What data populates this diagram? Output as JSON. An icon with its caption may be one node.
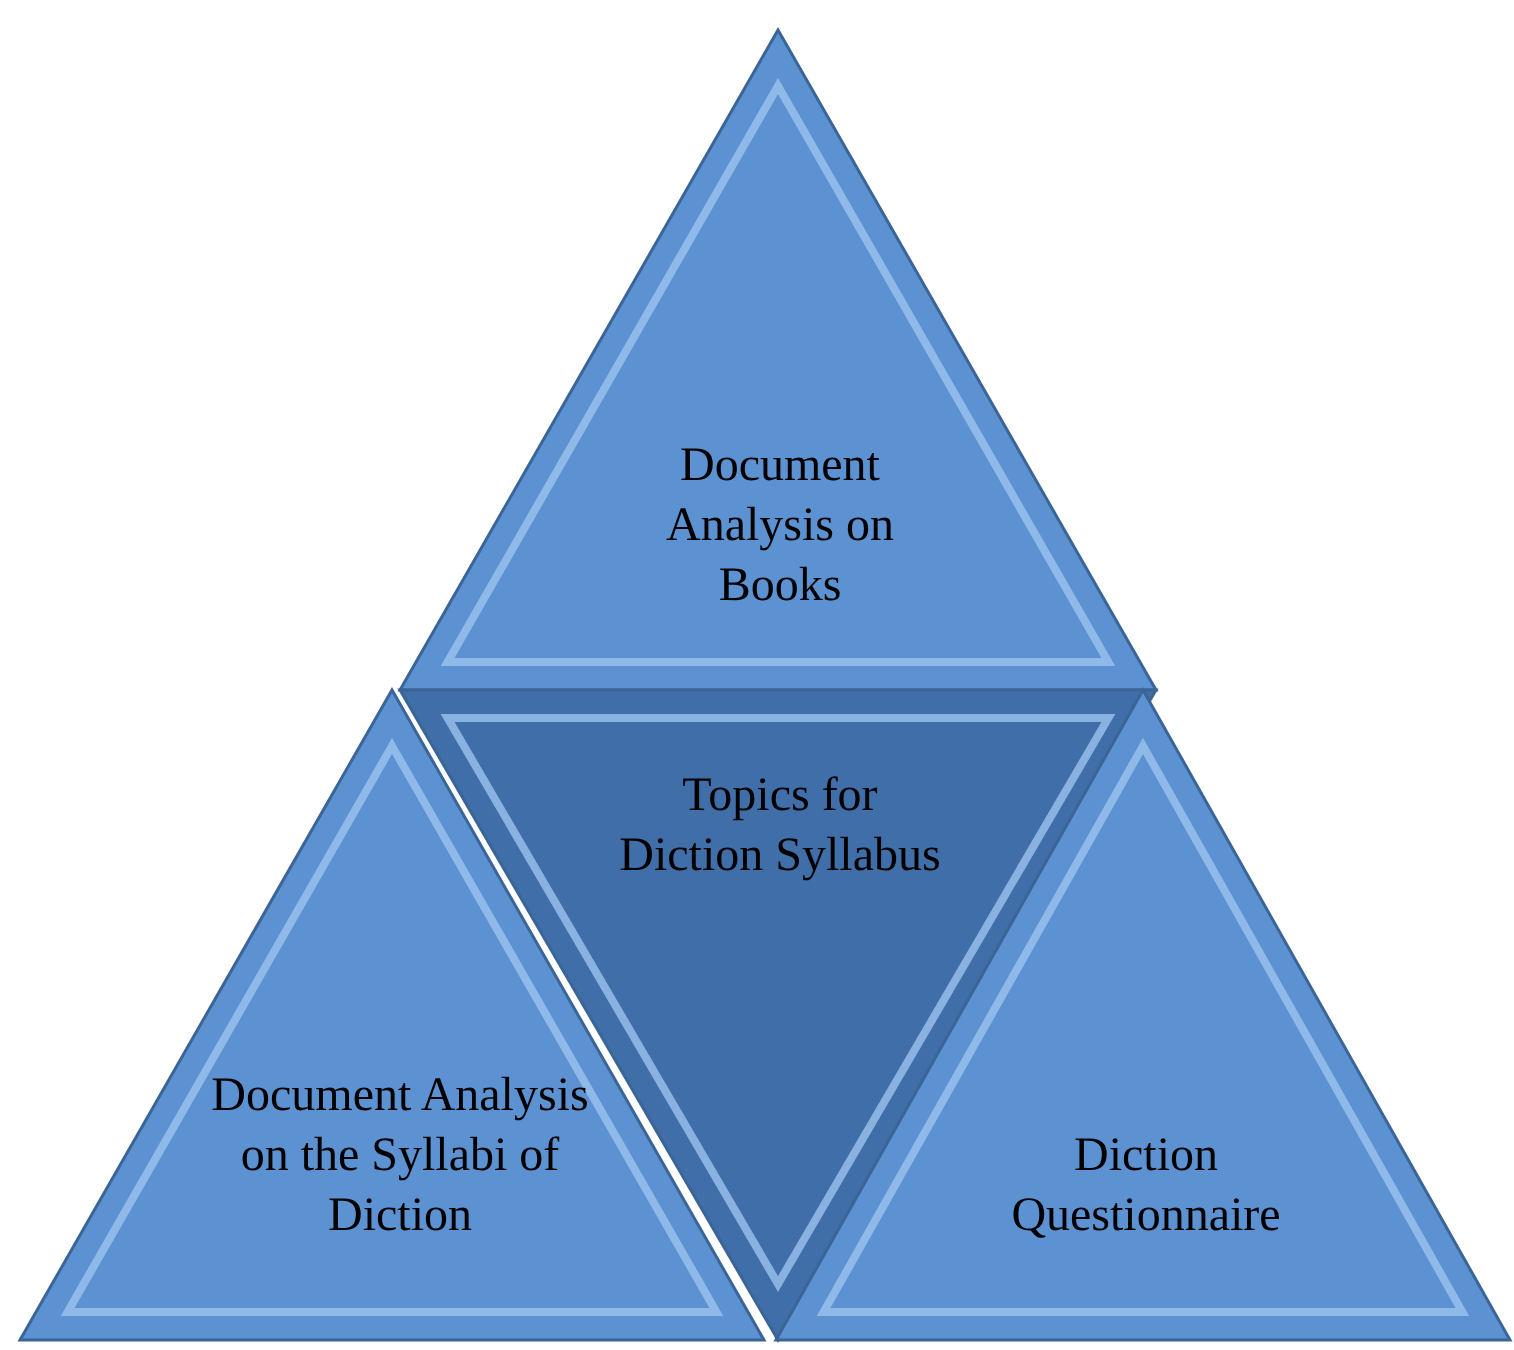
{
  "diagram": {
    "nodes": [
      {
        "text": [
          "Document Analysis on Books"
        ]
      },
      {
        "text": [
          "Topics for Diction Syllabus"
        ]
      },
      {
        "text": [
          "Document Analysis on the Syllabi of Diction"
        ]
      },
      {
        "text": [
          "Diction Questionnaire"
        ]
      }
    ]
  }
}
